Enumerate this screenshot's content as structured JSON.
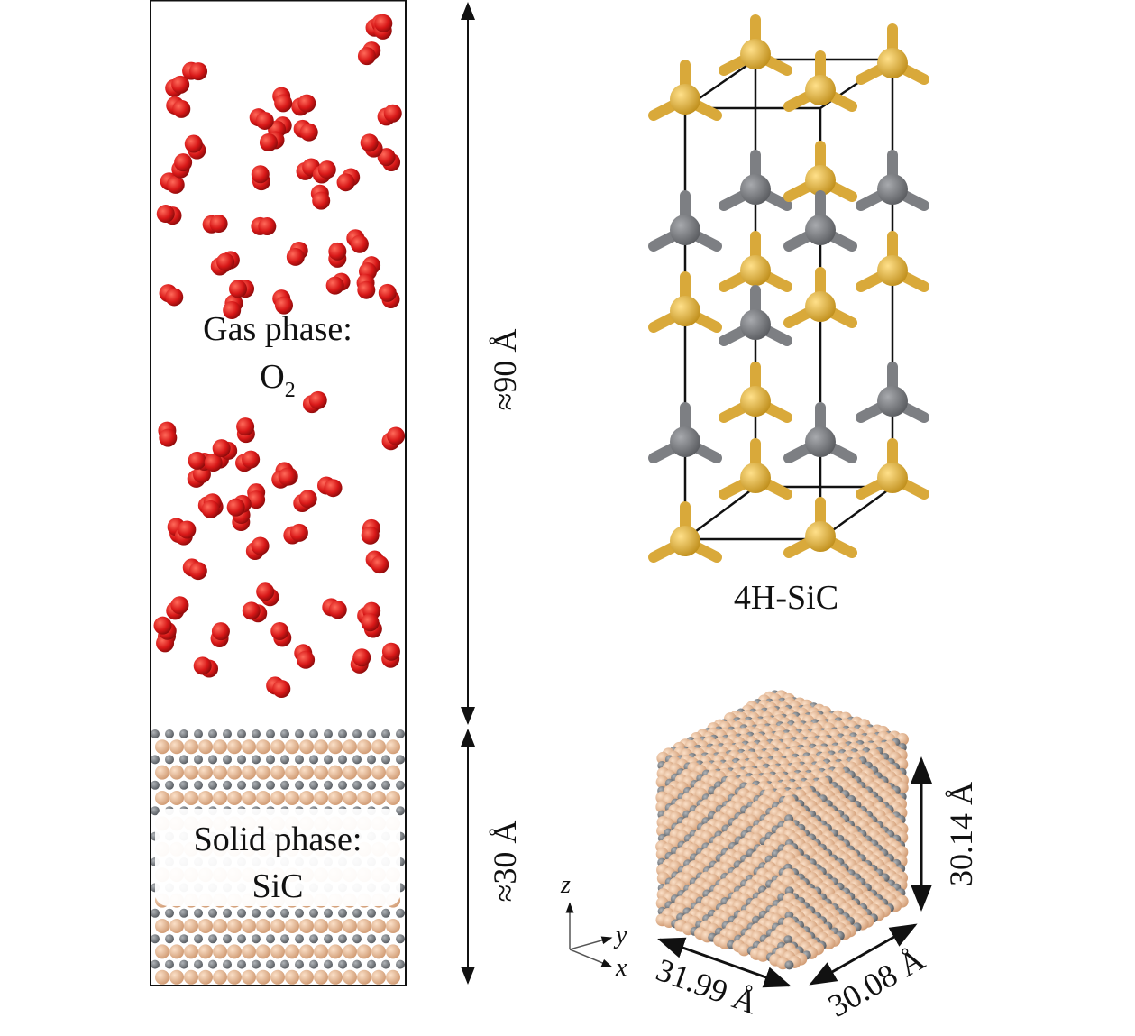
{
  "simulation_box": {
    "gas_label": "Gas phase:",
    "gas_species": "O",
    "gas_species_subscript": "2",
    "solid_label": "Solid phase:",
    "solid_species": "SiC",
    "gas_height": "≈90 Å",
    "solid_height": "≈30 Å"
  },
  "unit_cell": {
    "label": "4H-SiC"
  },
  "slab": {
    "height": "30.14 Å",
    "length_x": "31.99 Å",
    "length_y": "30.08 Å",
    "axes": {
      "z": "z",
      "y": "y",
      "x": "x"
    }
  },
  "colors": {
    "oxygen": "#d81818",
    "silicon_slab": "#e2b48f",
    "carbon": "#6e7278",
    "silicon_cell": "#e3b23c",
    "carbon_cell": "#7a7c80"
  }
}
